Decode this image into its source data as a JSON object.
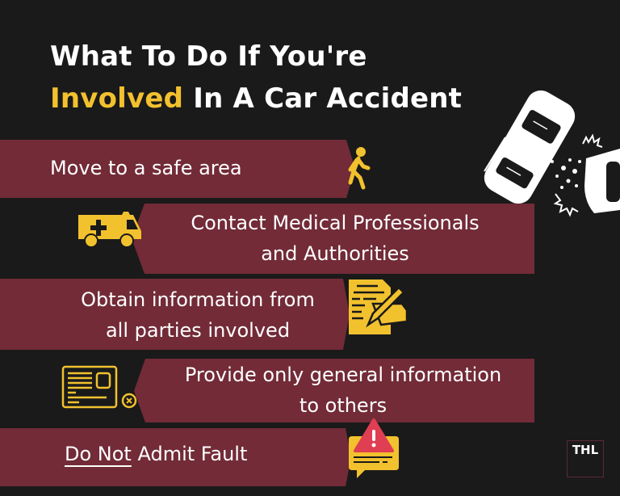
{
  "title": {
    "line1": "What To Do If You're",
    "line2_highlight": "Involved",
    "line2_rest": " In A Car Accident"
  },
  "steps": [
    {
      "lines": [
        "Move to a safe area"
      ],
      "icon": "walking-person-icon"
    },
    {
      "lines": [
        "Contact Medical Professionals",
        "and Authorities"
      ],
      "icon": "ambulance-icon"
    },
    {
      "lines": [
        "Obtain information from",
        "all parties involved"
      ],
      "icon": "document-signing-icon"
    },
    {
      "lines": [
        "Provide only general information",
        "to others"
      ],
      "icon": "id-card-icon"
    },
    {
      "underlined": "Do Not",
      "rest": " Admit Fault",
      "icon": "warning-speech-bubble-icon"
    }
  ],
  "logo": {
    "text": "THL"
  },
  "colors": {
    "background": "#1a1a1a",
    "banner": "#722b37",
    "accent": "#f2c12e",
    "alert": "#e03e52",
    "text": "#ffffff"
  }
}
